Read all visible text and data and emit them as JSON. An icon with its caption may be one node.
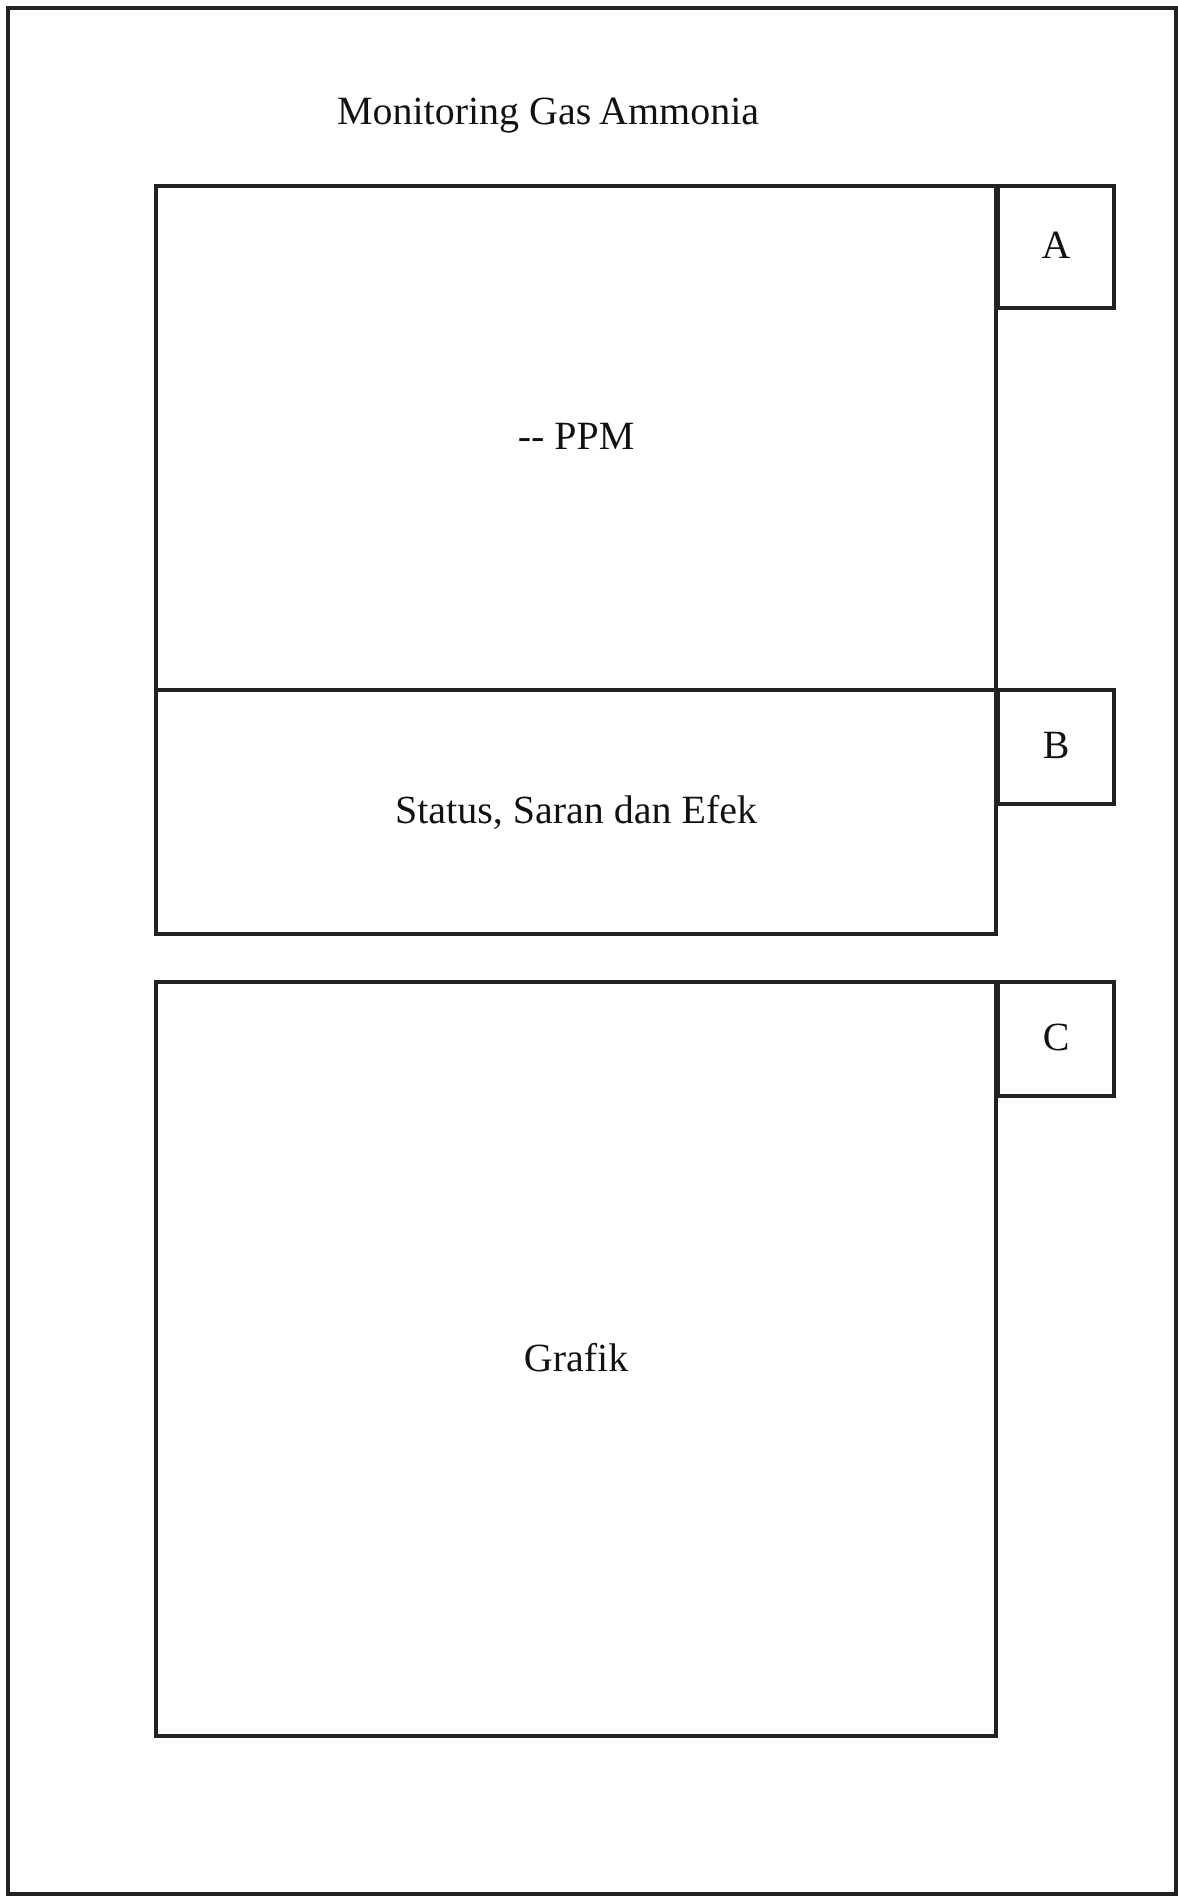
{
  "diagram": {
    "nodes": [
      {
        "text": [
          "Monitoring Gas Ammonia"
        ]
      },
      {
        "text": [
          "-- PPM"
        ],
        "in": 0
      },
      {
        "text": [
          "A"
        ],
        "in": 0
      },
      {
        "text": [
          "Status, Saran dan Efek"
        ],
        "in": 0
      },
      {
        "text": [
          "B"
        ],
        "in": 0
      },
      {
        "text": [
          "Grafik"
        ],
        "in": 0
      },
      {
        "text": [
          "C"
        ],
        "in": 0
      }
    ],
    "edges": []
  }
}
